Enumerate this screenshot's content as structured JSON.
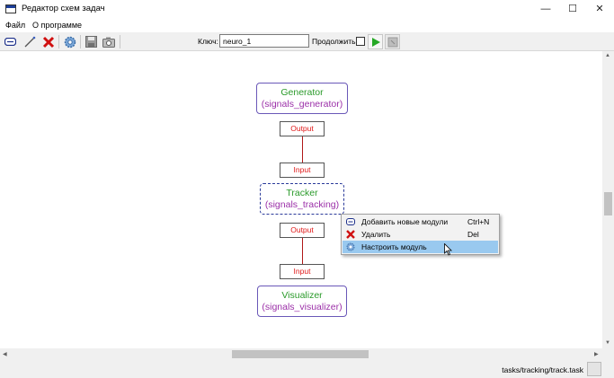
{
  "window": {
    "title": "Редактор схем задач",
    "controls": {
      "minimize": "—",
      "maximize": "☐",
      "close": "✕"
    }
  },
  "menu": {
    "file": "Файл",
    "about": "О программе"
  },
  "toolbar": {
    "key_label": "Ключ:",
    "key_value": "neuro_1",
    "continue_label": "Продолжить?",
    "continue_checked": false,
    "icons": [
      "add-module-icon",
      "connect-icon",
      "delete-icon",
      "settings-icon",
      "save-icon",
      "screenshot-icon",
      "run-icon",
      "stop-icon"
    ]
  },
  "schema": {
    "modules": [
      {
        "name": "Generator",
        "module": "(signals_generator)",
        "selected": false
      },
      {
        "name": "Tracker",
        "module": "(signals_tracking)",
        "selected": true
      },
      {
        "name": "Visualizer",
        "module": "(signals_visualizer)",
        "selected": false
      }
    ],
    "ports": {
      "generator_output": "Output",
      "tracker_input": "Input",
      "tracker_output": "Output",
      "visualizer_input": "Input"
    },
    "colors": {
      "module_name": "#2a9a2a",
      "module_id": "#9b2fa8",
      "port_text": "#e01818",
      "wire": "#b01818",
      "border": "#6a58b8"
    }
  },
  "context_menu": {
    "items": [
      {
        "label": "Добавить новые модули",
        "shortcut": "Ctrl+N",
        "icon": "add-module-icon"
      },
      {
        "label": "Удалить",
        "shortcut": "Del",
        "icon": "delete-icon"
      },
      {
        "label": "Настроить модуль",
        "shortcut": "",
        "icon": "settings-icon",
        "highlighted": true
      }
    ]
  },
  "status": {
    "path": "tasks/tracking/track.task"
  }
}
